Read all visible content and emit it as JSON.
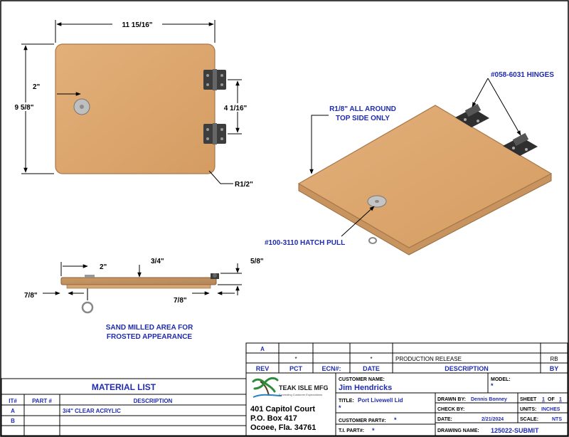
{
  "colors": {
    "annotation": "#1f2bb0",
    "wood": "#d9a56e",
    "wood_edge": "#b58050",
    "hinge": "#3a3a3a"
  },
  "top_view": {
    "width_dim": "11 15/16\"",
    "height_dim": "9 5/8\"",
    "pull_offset_dim": "2\"",
    "hinge_spacing_dim": "4 1/16\"",
    "corner_radius_dim": "R1/2\""
  },
  "iso_view": {
    "hinges_callout": "#058-6031 HINGES",
    "radius_note_line1": "R1/8\" ALL AROUND",
    "radius_note_line2": "TOP SIDE ONLY",
    "pull_callout": "#100-3110 HATCH PULL"
  },
  "side_view": {
    "pull_offset_dim": "2\"",
    "thickness_dim": "3/4\"",
    "hinge_height_dim": "5/8\"",
    "left_inset_dim": "7/8\"",
    "right_inset_dim": "7/8\"",
    "note_line1": "SAND MILLED AREA FOR",
    "note_line2": "FROSTED APPEARANCE"
  },
  "material_list": {
    "title": "MATERIAL LIST",
    "headers": {
      "item": "IT#",
      "part": "PART #",
      "description": "DESCRIPTION"
    },
    "rows": [
      {
        "item": "A",
        "part": "",
        "description": "3/4\" CLEAR ACRYLIC"
      },
      {
        "item": "B",
        "part": "",
        "description": ""
      }
    ]
  },
  "revisions": {
    "headers": {
      "rev": "REV",
      "pct": "PCT",
      "ecn": "ECN#:",
      "date": "DATE",
      "description": "DESCRIPTION",
      "by": "BY"
    },
    "row_a": {
      "rev": "A",
      "pct": "",
      "ecn": "",
      "date": "",
      "description": "",
      "by": ""
    },
    "row_blank": {
      "rev": "",
      "pct": "*",
      "ecn": "",
      "date": "*",
      "description": "PRODUCTION RELEASE",
      "by": "RB"
    }
  },
  "company": {
    "name": "TEAK ISLE MFG",
    "tagline": "Exceeding Customer Expectations",
    "address_line1": "401 Capitol Court",
    "address_line2": "P.O. Box 417",
    "address_line3": "Ocoee, Fla. 34761"
  },
  "title_block": {
    "customer_name_label": "CUSTOMER NAME:",
    "customer_name": "Jim Hendricks",
    "model_label": "MODEL:",
    "model_value": "*",
    "title_label": "TITLE:",
    "title_value": "Port Livewell Lid",
    "title_extra": "*",
    "drawn_by_label": "DRAWN BY:",
    "drawn_by": "Dennis Bonney",
    "sheet_label": "SHEET",
    "sheet_num": "1",
    "sheet_of": "OF",
    "sheet_total": "1",
    "check_by_label": "CHECK BY:",
    "units_label": "UNITS:",
    "units_value": "INCHES",
    "customer_part_label": "CUSTOMER PART#:",
    "customer_part_value": "*",
    "date_label": "DATE:",
    "date_value": "2/21/2024",
    "scale_label": "SCALE:",
    "scale_value": "NTS",
    "ti_part_label": "T.I. PART#:",
    "ti_part_value": "*",
    "drawing_name_label": "DRAWING NAME:",
    "drawing_name_value": "125022-SUBMIT"
  }
}
